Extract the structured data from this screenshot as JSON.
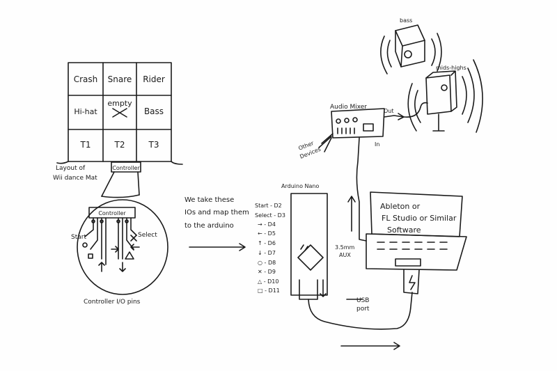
{
  "mat": {
    "cells": [
      "Crash",
      "Snare",
      "Rider",
      "Hi-hat",
      "empty",
      "Bass",
      "T1",
      "T2",
      "T3"
    ],
    "controller_tab": "Controller",
    "caption_line1": "Layout of",
    "caption_line2": "Wii dance Mat"
  },
  "io": {
    "controller": "Controller",
    "start": "Start",
    "select": "Select",
    "caption": "Controller I/O pins"
  },
  "note": {
    "line1": "We take these",
    "line2": "IOs and map them",
    "line3": "to the arduino"
  },
  "arduino": {
    "title": "Arduino Nano",
    "pins": [
      "Start - D2",
      "Select - D3",
      "→ - D4",
      "← - D5",
      "↑ - D6",
      "↓ - D7",
      "○ - D8",
      "✕ - D9",
      "△ - D10",
      "□ - D11"
    ],
    "usb_line1": "USB",
    "usb_line2": "port",
    "aux_line1": "3.5mm",
    "aux_line2": "AUX"
  },
  "mixer": {
    "title": "Audio Mixer",
    "out": "Out",
    "in": "In",
    "other1": "Other",
    "other2": "Devices"
  },
  "speakers": {
    "bass": "bass",
    "mids": "mids-highs"
  },
  "laptop": {
    "line1": "Ableton or",
    "line2": "FL Studio or Similar",
    "line3": "Software"
  }
}
